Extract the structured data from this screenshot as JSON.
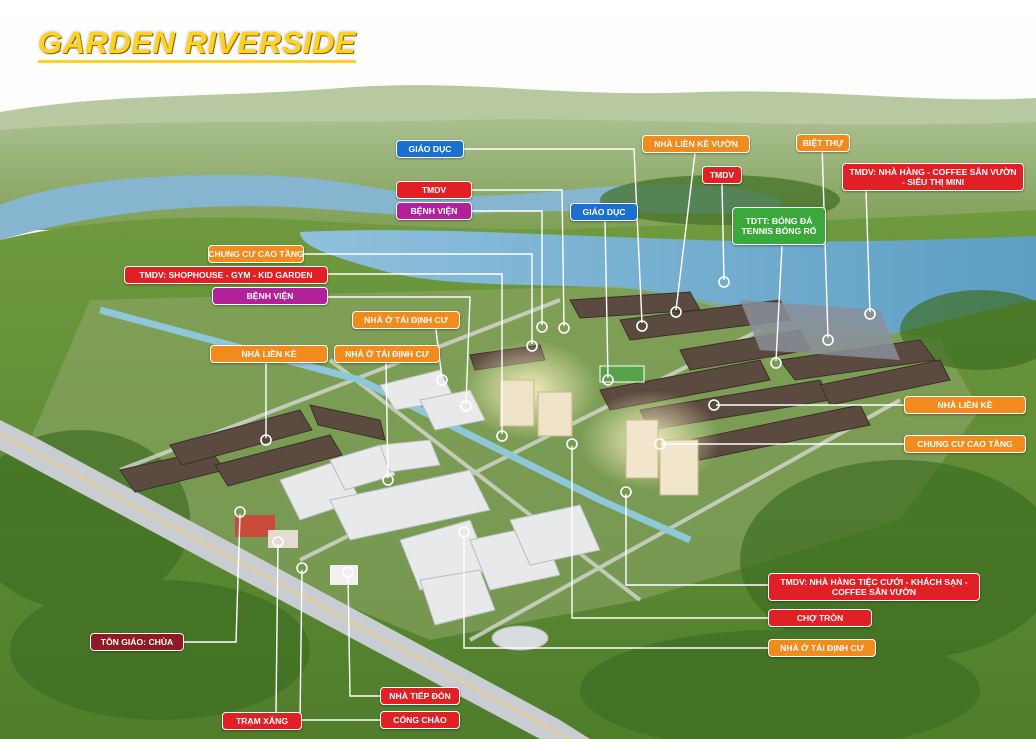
{
  "title": "GARDEN RIVERSIDE",
  "colors": {
    "title": "#ffd21f",
    "education": "#1b6fd1",
    "commercial": "#e02025",
    "hospital": "#b3219a",
    "residential": "#f28b1e",
    "sport": "#3aa83a",
    "religion": "#8c1b24",
    "river": "#6fa9c9"
  },
  "labels": [
    {
      "id": "giao-duc-1",
      "text": "GIÁO DỤC",
      "color": "blue"
    },
    {
      "id": "nha-lien-ke-vuon",
      "text": "NHÀ LIỀN KỀ VƯỜN",
      "color": "orange"
    },
    {
      "id": "biet-thu",
      "text": "BIỆT THỰ",
      "color": "orange"
    },
    {
      "id": "tmdv-1",
      "text": "TMDV",
      "color": "red"
    },
    {
      "id": "tmdv-nha-hang",
      "text": "TMDV: NHÀ HÀNG - COFFEE SÂN VƯỜN - SIÊU THỊ MINI",
      "color": "red"
    },
    {
      "id": "tmdv-2",
      "text": "TMDV",
      "color": "red"
    },
    {
      "id": "benh-vien-1",
      "text": "BỆNH VIỆN",
      "color": "magenta"
    },
    {
      "id": "giao-duc-2",
      "text": "GIÁO DỤC",
      "color": "blue"
    },
    {
      "id": "tdtt",
      "text": "TDTT: BÓNG ĐÁ TENNIS BÓNG RỔ",
      "color": "green"
    },
    {
      "id": "chung-cu-1",
      "text": "CHUNG CƯ CAO TẦNG",
      "color": "orange"
    },
    {
      "id": "tmdv-shophouse",
      "text": "TMDV: SHOPHOUSE - GYM - KID GARDEN",
      "color": "red"
    },
    {
      "id": "benh-vien-2",
      "text": "BỆNH VIỆN",
      "color": "magenta"
    },
    {
      "id": "nha-o-tdc-1",
      "text": "NHÀ Ở TÁI ĐỊNH CƯ",
      "color": "orange"
    },
    {
      "id": "nha-lien-ke-1",
      "text": "NHÀ LIỀN KỀ",
      "color": "orange"
    },
    {
      "id": "nha-o-tdc-2",
      "text": "NHÀ Ở TÁI ĐỊNH CƯ",
      "color": "orange"
    },
    {
      "id": "nha-lien-ke-2",
      "text": "NHÀ LIỀN KỀ",
      "color": "orange"
    },
    {
      "id": "chung-cu-2",
      "text": "CHUNG CƯ CAO TẦNG",
      "color": "orange"
    },
    {
      "id": "tmdv-tiec-cuoi",
      "text": "TMDV: NHÀ HÀNG TIỆC CƯỚI - KHÁCH SẠN - COFFEE SÂN VƯỜN",
      "color": "red"
    },
    {
      "id": "cho-tron",
      "text": "CHỢ TRÒN",
      "color": "red"
    },
    {
      "id": "nha-o-tdc-3",
      "text": "NHÀ Ở TÁI ĐỊNH CƯ",
      "color": "orange"
    },
    {
      "id": "ton-giao",
      "text": "TÔN GIÁO: CHÙA",
      "color": "maroon"
    },
    {
      "id": "nha-tiep-don",
      "text": "NHÀ TIẾP ĐÓN",
      "color": "red"
    },
    {
      "id": "tram-xang",
      "text": "TRẠM XĂNG",
      "color": "red"
    },
    {
      "id": "cong-chao",
      "text": "CỔNG CHÀO",
      "color": "red"
    }
  ]
}
